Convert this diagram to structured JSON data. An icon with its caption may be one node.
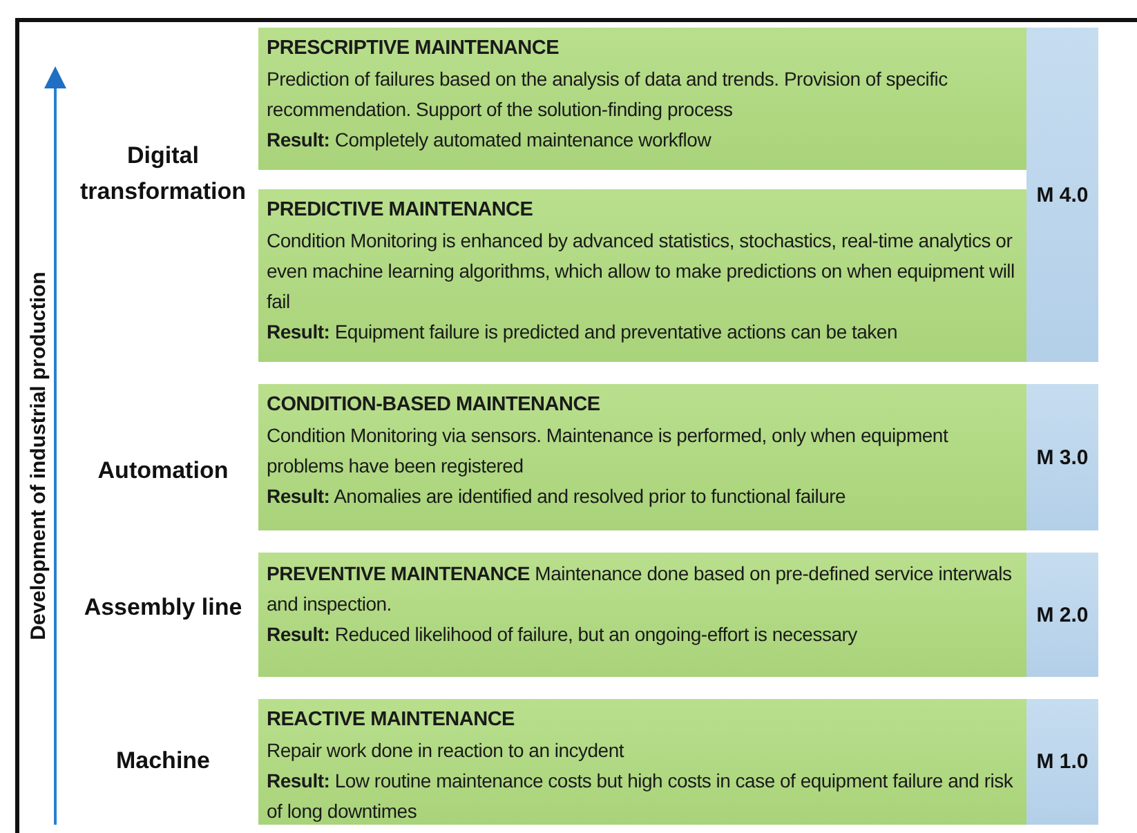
{
  "diagram": {
    "nodes": [
      {
        "text": [
          "PRESCRIPTIVE MAINTENANCE",
          "Prediction of failures based on the analysis of data and trends. Provision of specific recommendation. Support of the solution-finding process",
          "**Result:** Completely automated maintenance workflow"
        ]
      },
      {
        "text": [
          "PREDICTIVE MAINTENANCE",
          "Condition Monitoring is enhanced by advanced statistics, stochastics, real-time analytics or even machine learning algorithms, which allow to make predictions on when equipment will fail",
          "**Result:** Equipment failure is predicted and preventative actions can be taken"
        ]
      },
      {
        "text": [
          "M 4.0"
        ]
      },
      {
        "text": [
          "CONDITION-BASED MAINTENANCE",
          "Condition Monitoring via sensors. Maintenance is performed, only when equipment problems have been registered",
          "**Result:** Anomalies are identified and resolved prior to functional failure"
        ]
      },
      {
        "text": [
          "M 3.0"
        ]
      },
      {
        "text": [
          "**PREVENTIVE MAINTENANCE** Maintenance done based on pre-defined service interwals and inspection.",
          "**Result:** Reduced likelihood of failure, but an ongoing-effort is necessary"
        ]
      },
      {
        "text": [
          "M 2.0"
        ]
      },
      {
        "text": [
          "REACTIVE MAINTENANCE",
          "Repair work done in reaction to an incydent",
          "**Result:** Low routine maintenance costs but high costs in case of equipment failure and risk of long downtimes"
        ]
      },
      {
        "text": [
          "M 1.0"
        ]
      }
    ],
    "labels": [
      "Development of industrial production",
      "Digital transformation",
      "Automation",
      "Assembly line",
      "Machine"
    ]
  }
}
